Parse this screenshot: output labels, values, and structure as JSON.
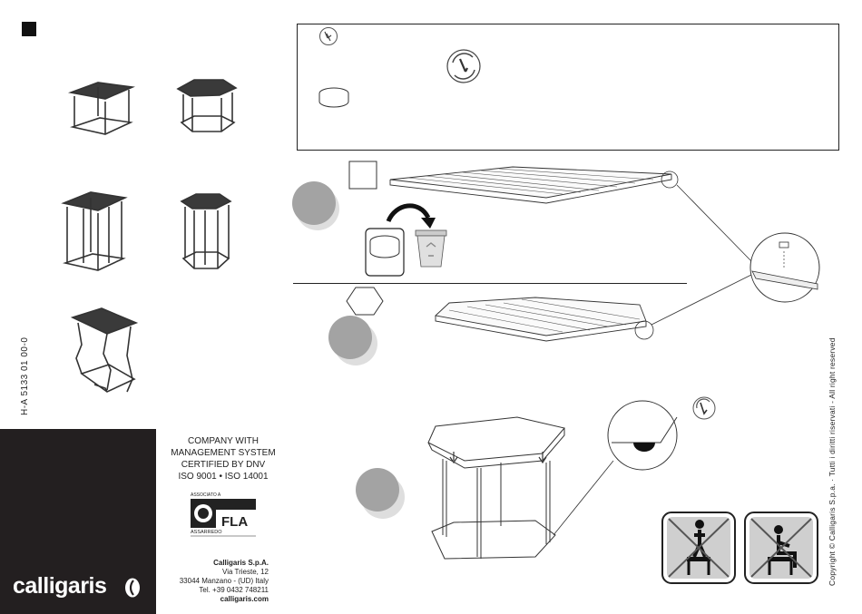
{
  "document": {
    "code": "H-A 5133 01 00-0",
    "copyright": "Copyright © Calligaris S.p.a. · Tutti i diritti riservati - All right reserved"
  },
  "certification": {
    "line1": "COMPANY WITH",
    "line2": "MANAGEMENT SYSTEM",
    "line3": "CERTIFIED BY DNV",
    "line4": "ISO 9001 • ISO 14001"
  },
  "fla": {
    "top_label": "ASSOCIATO A",
    "name": "FLA",
    "bottom_label": "ASSARREDO"
  },
  "company": {
    "name": "Calligaris S.p.A.",
    "street": "Via Trieste, 12",
    "city": "33044 Manzano - (UD) Italy",
    "phone": "Tel. +39 0432 748211",
    "web": "calligaris.com"
  },
  "brand": {
    "logo_text": "calligaris"
  },
  "icons": {
    "tool": "hand-tightening-icon",
    "pad": "felt-pad-icon",
    "rotate_tool": "rotate-tool-icon",
    "trash": "recycle-bin-icon",
    "warning": "no-standing-no-sitting-icons"
  },
  "colors": {
    "brand_dark": "#231f20",
    "step_circle": "#a3a3a3",
    "warning_bg": "#cfcfcf"
  }
}
